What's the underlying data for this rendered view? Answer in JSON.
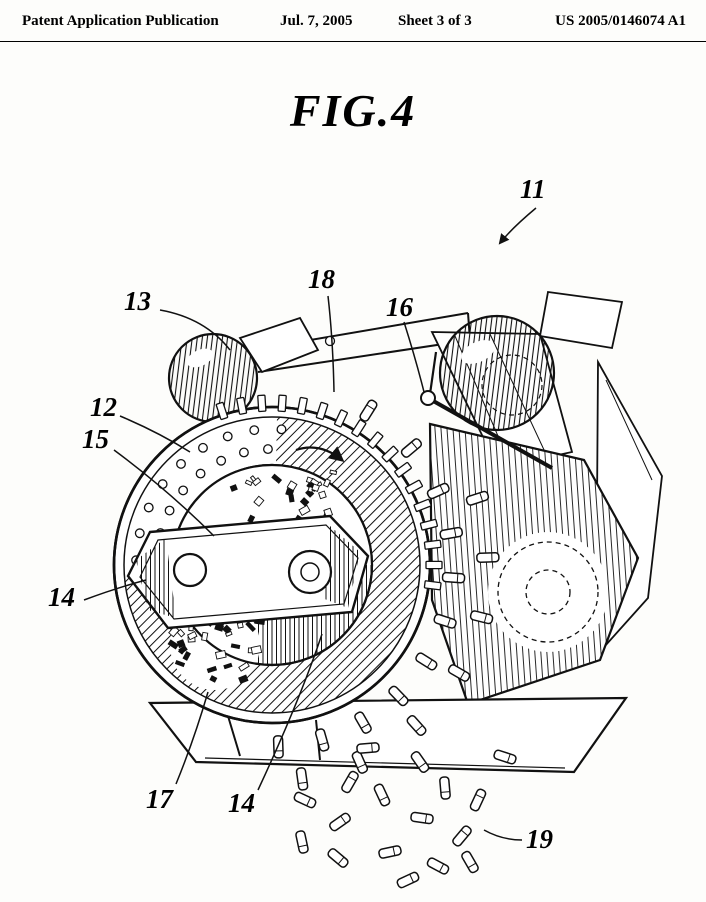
{
  "header": {
    "publication": "Patent Application Publication",
    "date": "Jul. 7, 2005",
    "sheet": "Sheet 3 of 3",
    "doc_number": "US 2005/0146074 A1"
  },
  "figure": {
    "title": "FIG.4",
    "labels": {
      "l11": "11",
      "l12": "12",
      "l13": "13",
      "l14a": "14",
      "l14b": "14",
      "l15": "15",
      "l16": "16",
      "l17": "17",
      "l18": "18",
      "l19": "19"
    }
  }
}
